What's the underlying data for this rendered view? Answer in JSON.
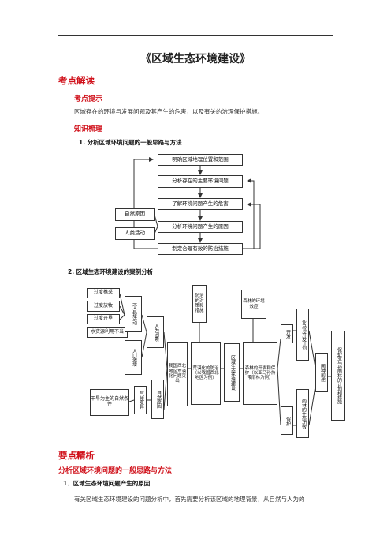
{
  "title": "《区域生态环境建设》",
  "section1": {
    "heading": "考点解读",
    "tip_heading": "考点提示",
    "tip_text": "区域存在的环境与发展问题及其产生的危害，以及有关的治理保护措施。",
    "knowledge_heading": "知识梳理",
    "item1": "1. 分析区域环境问题的一般思路与方法",
    "item2": "2. 区域生态环境建设的案例分析"
  },
  "diagram1": {
    "boxes": [
      "明确区域地理位置和范围",
      "分析存在的主要环境问题",
      "了解环境问题产生的危害",
      "分析环境问题产生的原因",
      "制定合理有效的防治措施"
    ],
    "side_boxes": [
      "自然原因",
      "人类活动"
    ]
  },
  "diagram2": {
    "human_causes": [
      "过度樵采",
      "过度放牧",
      "过度开垦",
      "水资源利用不当"
    ],
    "unreasonable": "不合理活动",
    "population": "人口激增",
    "human_factor": "人为因素",
    "natural_main": "干旱为主的自然条件",
    "climate": "气候变异",
    "natural_cause": "自然原因",
    "nw_desert": "我国西北地区荒漠化问题突出",
    "prevention_measures": "防治的对策和措施",
    "desert_prevention": "荒漠化的防治（以我国西北地区为例）",
    "regional_build": "区域生态环境建设",
    "forest_effect": "森林的环境效应",
    "forest_protect": "森林的开发和保护（以亚马孙热带雨林为例）",
    "develop": "开发",
    "protect": "保护",
    "amazon_plan": "亚马孙开发计划",
    "rainforest_outcome": "雨林的生态功效",
    "two_prospects": "两种前途",
    "amazon_measures": "保护亚马孙雨林的计划和措施"
  },
  "section2": {
    "heading": "要点精析",
    "sub_heading": "分析区域环境问题的一般思路与方法",
    "item1": "1．区域生态环境问题产生的原因",
    "paragraph": "有关区域生态环境建设的问题分析中，首先需要分析该区域的地理背景，从自然与人为的"
  }
}
